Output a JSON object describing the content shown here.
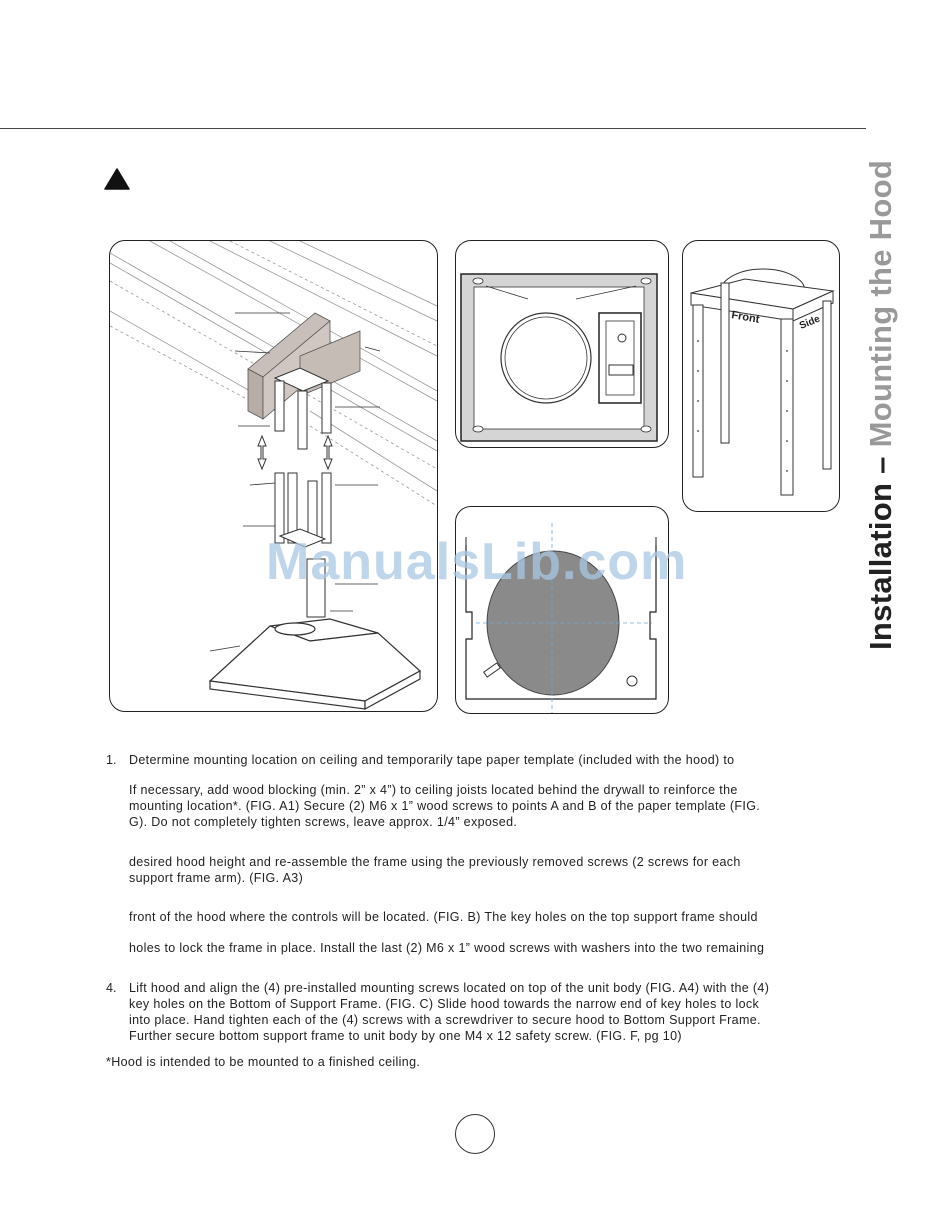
{
  "side_title": {
    "part1": "Installation – ",
    "part2": "Mounting the Hood"
  },
  "watermark": "ManualsLib.com",
  "instructions": {
    "step1": {
      "number": "1.",
      "line1": "Determine mounting location on ceiling and temporarily tape paper template (included with the hood) to",
      "line2": "If necessary, add wood blocking (min. 2” x 4”) to ceiling joists located behind the drywall to reinforce the",
      "line3": "mounting location*. (FIG. A1)  Secure (2) M6 x 1” wood screws to points A and B of the paper template (FIG.",
      "line4": "G). Do not completely tighten screws, leave approx. 1/4” exposed."
    },
    "step2": {
      "line1": "desired hood height and re-assemble the frame using the previously removed screws (2 screws for each",
      "line2": "support frame arm). (FIG. A3)"
    },
    "step3": {
      "line1": "front of the hood where the controls will be located. (FIG. B) The key holes on the top support frame should",
      "line2": "holes to lock the frame in place. Install the last (2) M6 x 1” wood screws with washers into the two remaining"
    },
    "step4": {
      "number": "4.",
      "line1": "Lift hood and align the (4) pre-installed mounting screws located on top of the unit body (FIG. A4) with the (4)",
      "line2": "key holes on the Bottom of Support Frame. (FIG. C)  Slide hood towards the narrow end of key holes to lock",
      "line3": "into place.  Hand tighten each of the (4) screws with a screwdriver to secure hood to Bottom Support Frame.",
      "line4": "Further secure bottom support frame to unit body by one M4 x 12 safety screw. (FIG. F, pg 10)"
    },
    "footnote": "*Hood is intended to be mounted to a finished ceiling."
  },
  "frame_labels": {
    "front": "Front",
    "side": "Side"
  }
}
